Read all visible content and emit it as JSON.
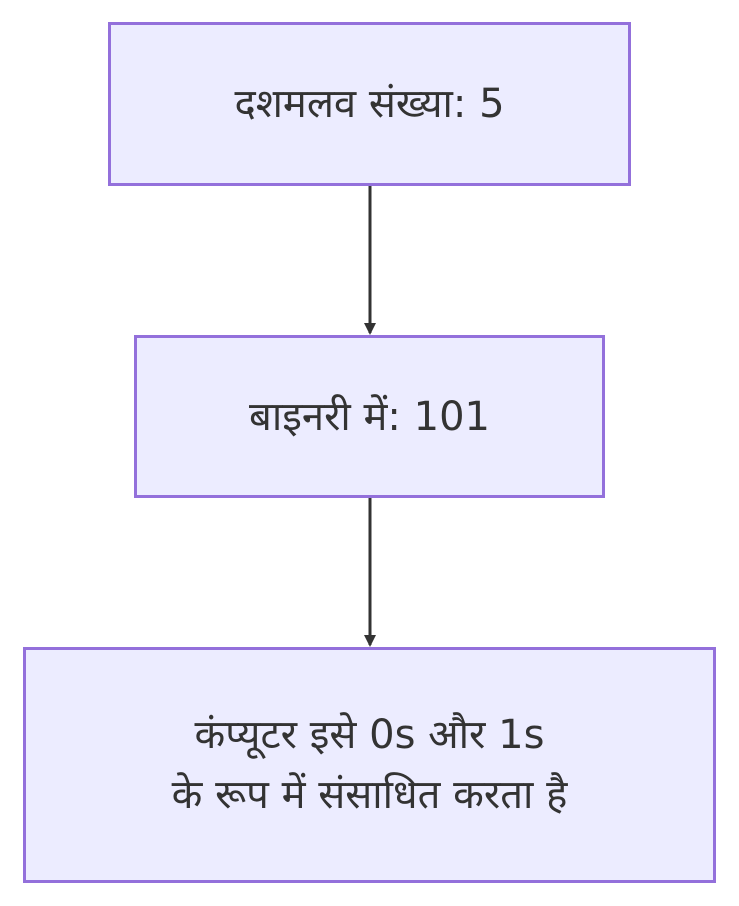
{
  "diagram": {
    "nodes": [
      {
        "id": "decimal",
        "lines": [
          "दशमलव संख्या: 5"
        ]
      },
      {
        "id": "binary",
        "lines": [
          "बाइनरी में: 101"
        ]
      },
      {
        "id": "computer",
        "lines": [
          "कंप्यूटर इसे 0s और 1s",
          "के रूप में संसाधित करता है"
        ]
      }
    ],
    "edges": [
      {
        "from": "decimal",
        "to": "binary"
      },
      {
        "from": "binary",
        "to": "computer"
      }
    ],
    "colors": {
      "node_fill": "#ececff",
      "node_border": "#9370db",
      "edge": "#333333",
      "text": "#333333"
    }
  }
}
